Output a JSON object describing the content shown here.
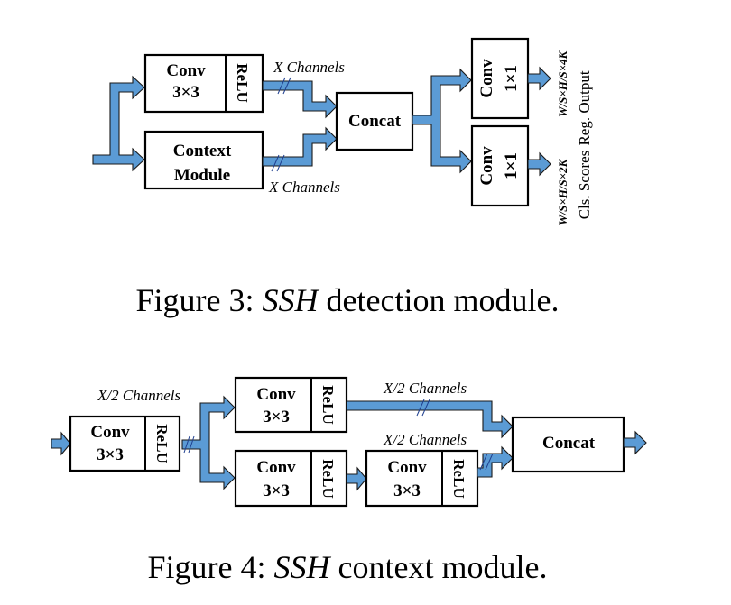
{
  "figure3": {
    "caption": {
      "prefix": "Figure 3: ",
      "emph": "SSH",
      "suffix": " detection module."
    },
    "conv3x3": {
      "line1": "Conv",
      "line2": "3×3",
      "relu": "ReLU"
    },
    "context_module": {
      "line1": "Context",
      "line2": "Module"
    },
    "concat": "Concat",
    "channels_top": "X Channels",
    "channels_bottom": "X Channels",
    "conv1x1_top": {
      "line1": "Conv",
      "line2": "1×1"
    },
    "conv1x1_bottom": {
      "line1": "Conv",
      "line2": "1×1"
    },
    "reg_output": {
      "shape": "W/S×H/S×4K",
      "label": "Reg. Output"
    },
    "cls_scores": {
      "shape": "W/S×H/S×2K",
      "label": "Cls. Scores"
    }
  },
  "figure4": {
    "caption": {
      "prefix": "Figure 4: ",
      "emph": "SSH",
      "suffix": " context module."
    },
    "conv_in": {
      "line1": "Conv",
      "line2": "3×3",
      "relu": "ReLU"
    },
    "conv_top": {
      "line1": "Conv",
      "line2": "3×3",
      "relu": "ReLU"
    },
    "conv_bottom1": {
      "line1": "Conv",
      "line2": "3×3",
      "relu": "ReLU"
    },
    "conv_bottom2": {
      "line1": "Conv",
      "line2": "3×3",
      "relu": "ReLU"
    },
    "concat": "Concat",
    "channels_input": "X/2 Channels",
    "channels_top": "X/2 Channels",
    "channels_bottom": "X/2 Channels"
  },
  "colors": {
    "flow": "#5b9bd5",
    "tick": "#1f3f8f"
  }
}
